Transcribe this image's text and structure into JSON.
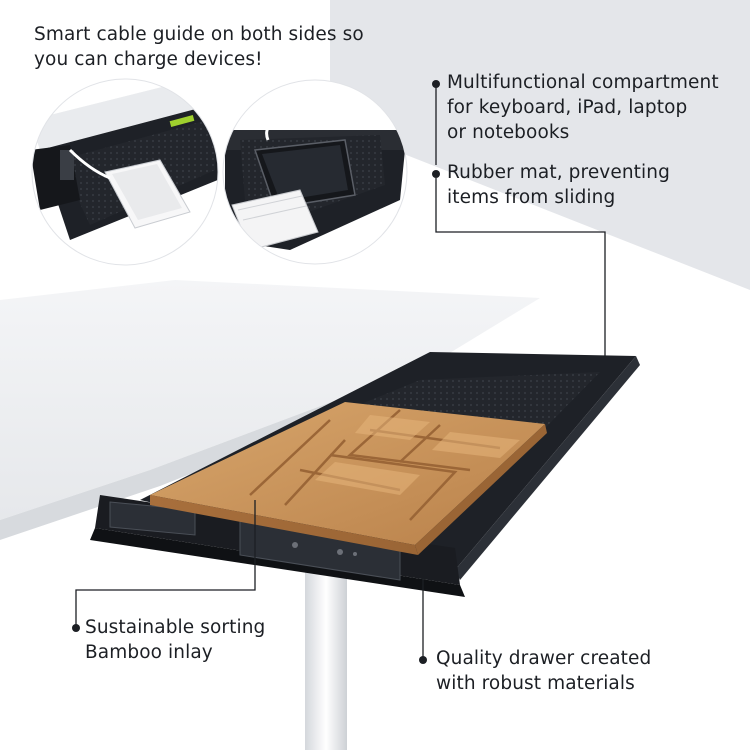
{
  "annotations": {
    "cable_guide": [
      "Smart cable guide on both sides so",
      "you can charge devices!"
    ],
    "compartment": [
      "Multifunctional compartment",
      "for keyboard, iPad, laptop",
      "or notebooks"
    ],
    "rubber_mat": [
      "Rubber mat, preventing",
      "items from sliding"
    ],
    "bamboo_inlay": [
      "Sustainable sorting",
      "Bamboo inlay"
    ],
    "drawer_material": [
      "Quality drawer created",
      "with robust materials"
    ]
  },
  "colors": {
    "text": "#1c1f24",
    "drawer": "#1e2127",
    "bamboo": "#c8955c",
    "desk_top": "#f1f2f4",
    "background_band": "#e4e6ea"
  }
}
